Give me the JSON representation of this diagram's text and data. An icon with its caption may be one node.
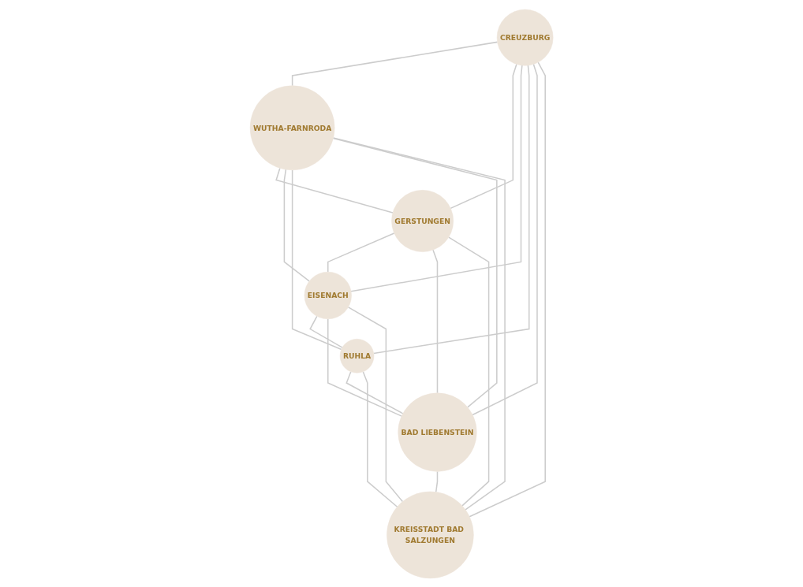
{
  "diagram": {
    "nodes": [
      {
        "text": [
          "CREUZBURG"
        ]
      },
      {
        "text": [
          "WUTHA-FARNRODA"
        ]
      },
      {
        "text": [
          "GERSTUNGEN"
        ]
      },
      {
        "text": [
          "EISENACH"
        ]
      },
      {
        "text": [
          "RUHLA"
        ]
      },
      {
        "text": [
          "BAD LIEBENSTEIN"
        ]
      },
      {
        "text": [
          "KREISSTADT BAD SALZUNGEN"
        ]
      }
    ],
    "edges": [
      {
        "from": 0,
        "to": 1,
        "arrow": "none"
      },
      {
        "from": 0,
        "to": 2,
        "arrow": "none"
      },
      {
        "from": 0,
        "to": 3,
        "arrow": "none"
      },
      {
        "from": 0,
        "to": 4,
        "arrow": "none"
      },
      {
        "from": 0,
        "to": 5,
        "arrow": "none"
      },
      {
        "from": 0,
        "to": 6,
        "arrow": "none"
      },
      {
        "from": 1,
        "to": 2,
        "arrow": "none"
      },
      {
        "from": 1,
        "to": 3,
        "arrow": "none"
      },
      {
        "from": 1,
        "to": 4,
        "arrow": "none"
      },
      {
        "from": 1,
        "to": 5,
        "arrow": "none"
      },
      {
        "from": 1,
        "to": 6,
        "arrow": "none"
      },
      {
        "from": 2,
        "to": 3,
        "arrow": "none"
      },
      {
        "from": 2,
        "to": 5,
        "arrow": "none"
      },
      {
        "from": 2,
        "to": 6,
        "arrow": "none"
      },
      {
        "from": 3,
        "to": 4,
        "arrow": "none"
      },
      {
        "from": 3,
        "to": 5,
        "arrow": "none"
      },
      {
        "from": 3,
        "to": 6,
        "arrow": "none"
      },
      {
        "from": 4,
        "to": 5,
        "arrow": "none"
      },
      {
        "from": 4,
        "to": 6,
        "arrow": "none"
      },
      {
        "from": 5,
        "to": 6,
        "arrow": "none"
      }
    ]
  }
}
